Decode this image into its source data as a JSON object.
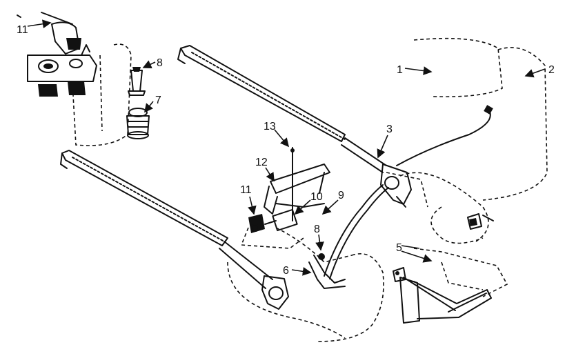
{
  "callouts": {
    "c1": "1",
    "c2": "2",
    "c3": "3",
    "c5": "5",
    "c6": "6",
    "c7": "7",
    "c8a": "8",
    "c8b": "8",
    "c9": "9",
    "c10": "10",
    "c11a": "11",
    "c11b": "11",
    "c12": "12",
    "c13": "13"
  }
}
